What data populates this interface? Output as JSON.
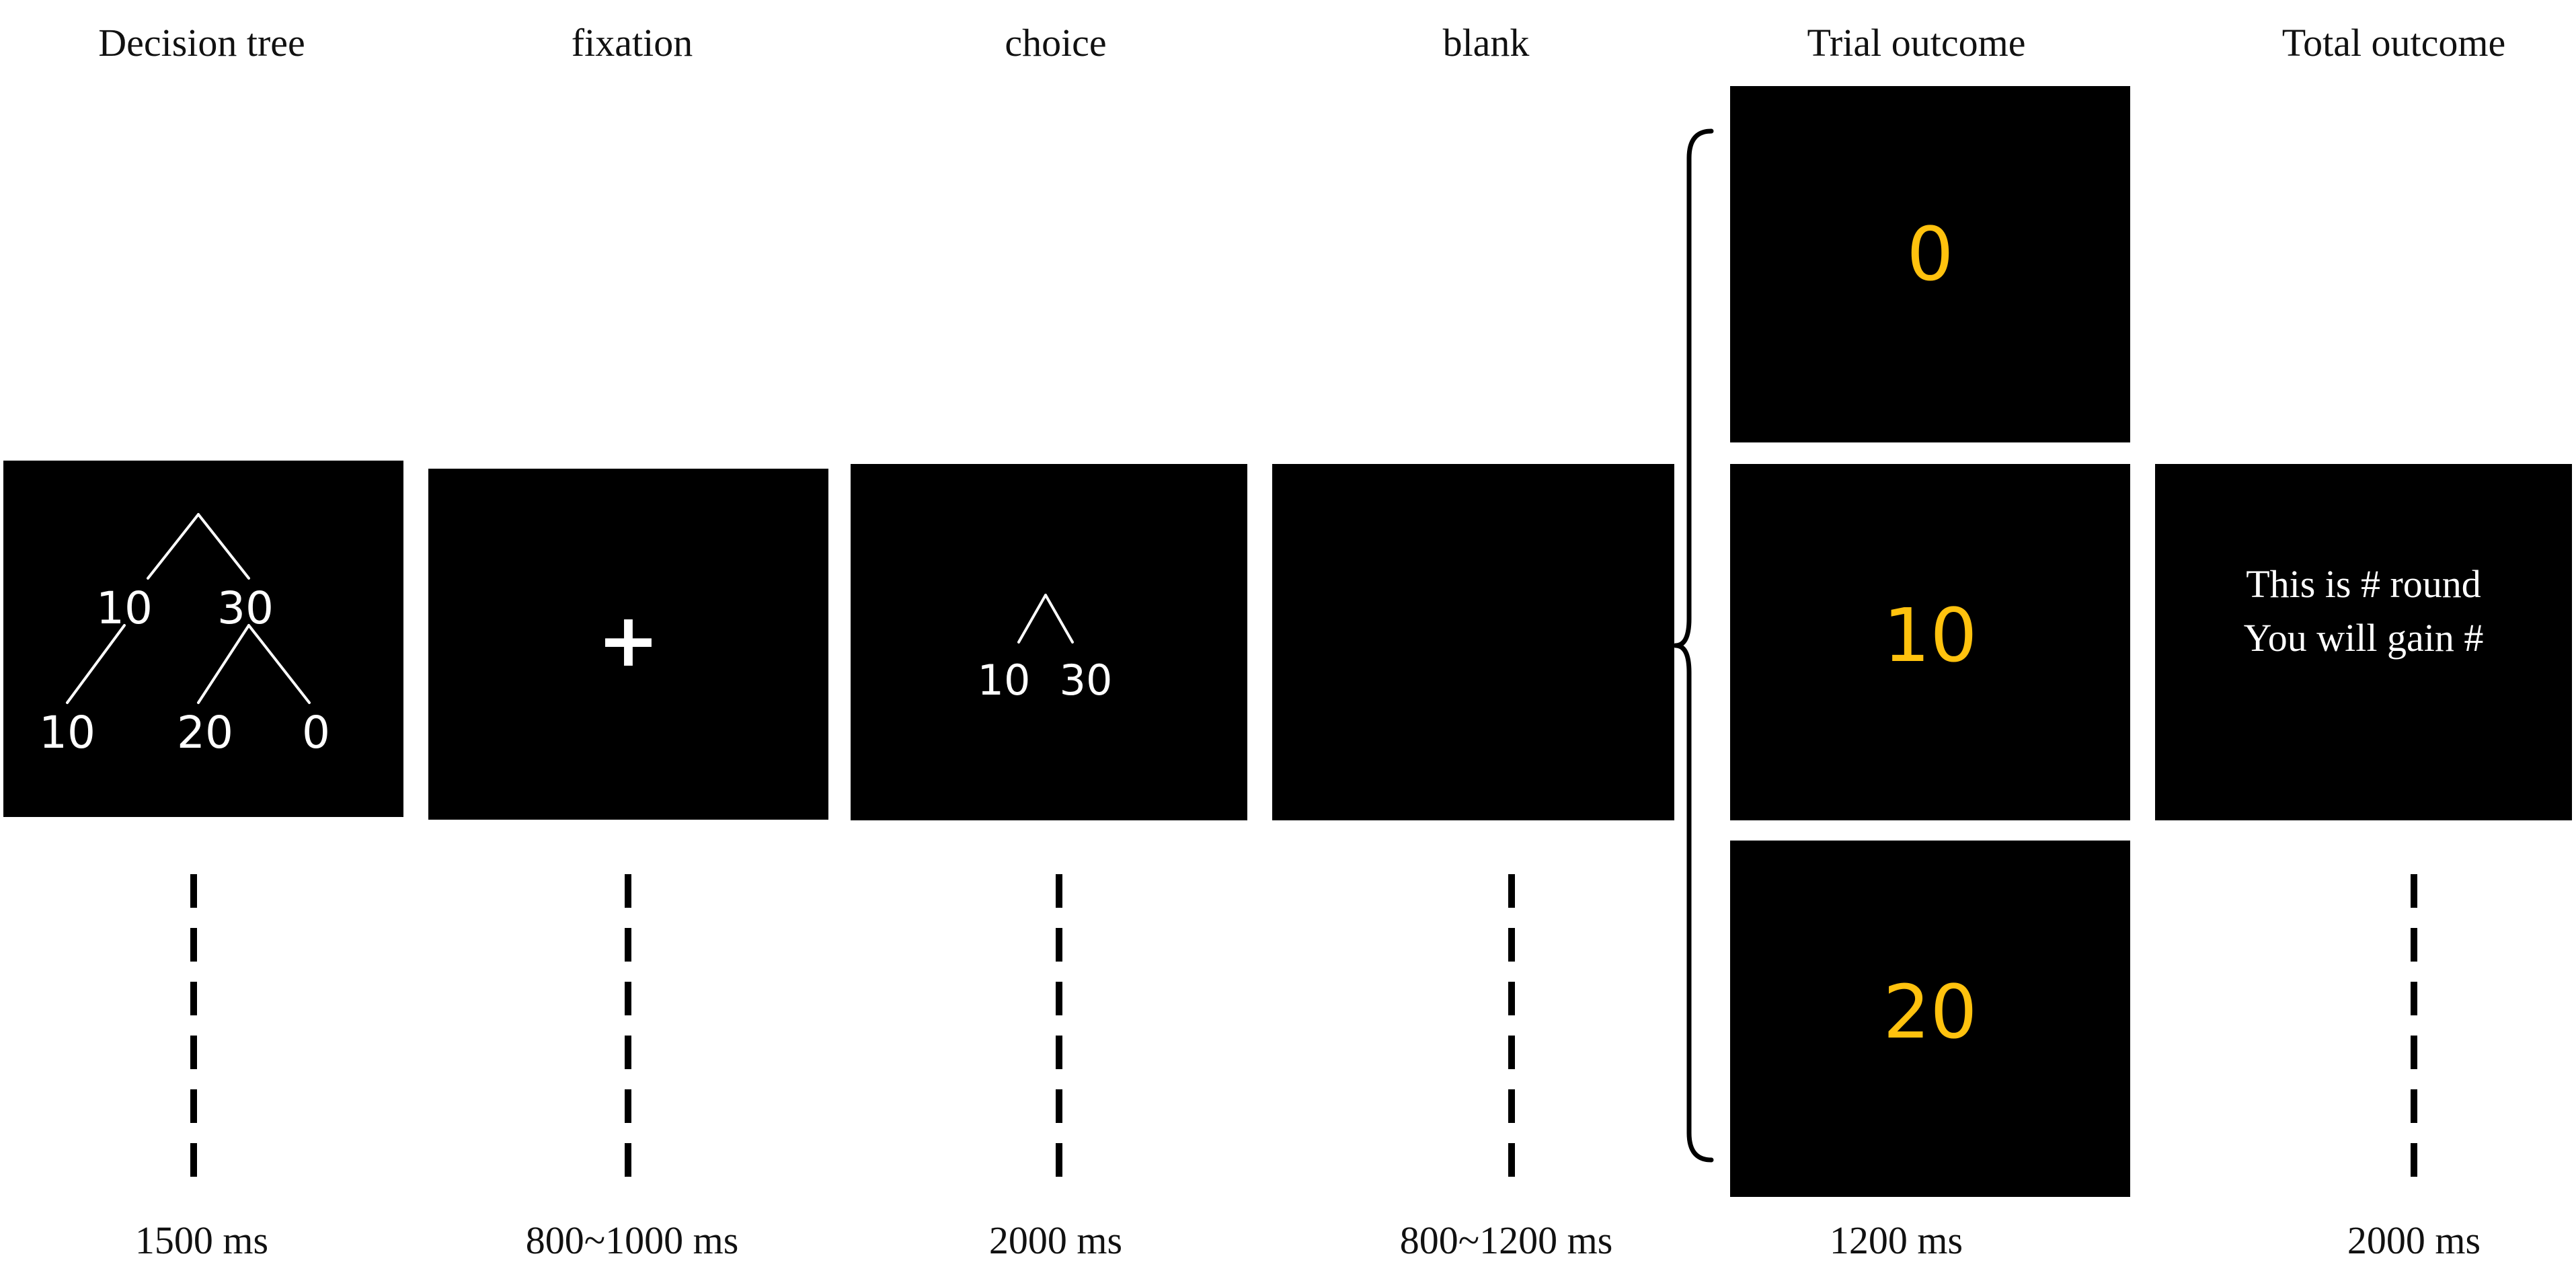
{
  "stages": [
    {
      "title": "Decision tree",
      "duration": "1500 ms"
    },
    {
      "title": "fixation",
      "duration": "800~1000 ms"
    },
    {
      "title": "choice",
      "duration": "2000 ms"
    },
    {
      "title": "blank",
      "duration": "800~1200 ms"
    },
    {
      "title": "Trial outcome",
      "duration": "1200 ms"
    },
    {
      "title": "Total outcome",
      "duration": "2000 ms"
    }
  ],
  "decision_tree": {
    "level1": [
      "10",
      "30"
    ],
    "level2": [
      "10",
      "20",
      "0"
    ]
  },
  "fixation": {
    "symbol": "+"
  },
  "choice": {
    "options": [
      "10",
      "30"
    ]
  },
  "trial_outcomes": [
    "0",
    "10",
    "20"
  ],
  "total_outcome": {
    "line1": "This is # round",
    "line2": "You will gain #"
  },
  "colors": {
    "screen": "#000000",
    "tree_text": "#ffffff",
    "outcome_number": "#ffc20e",
    "page": "#ffffff"
  }
}
